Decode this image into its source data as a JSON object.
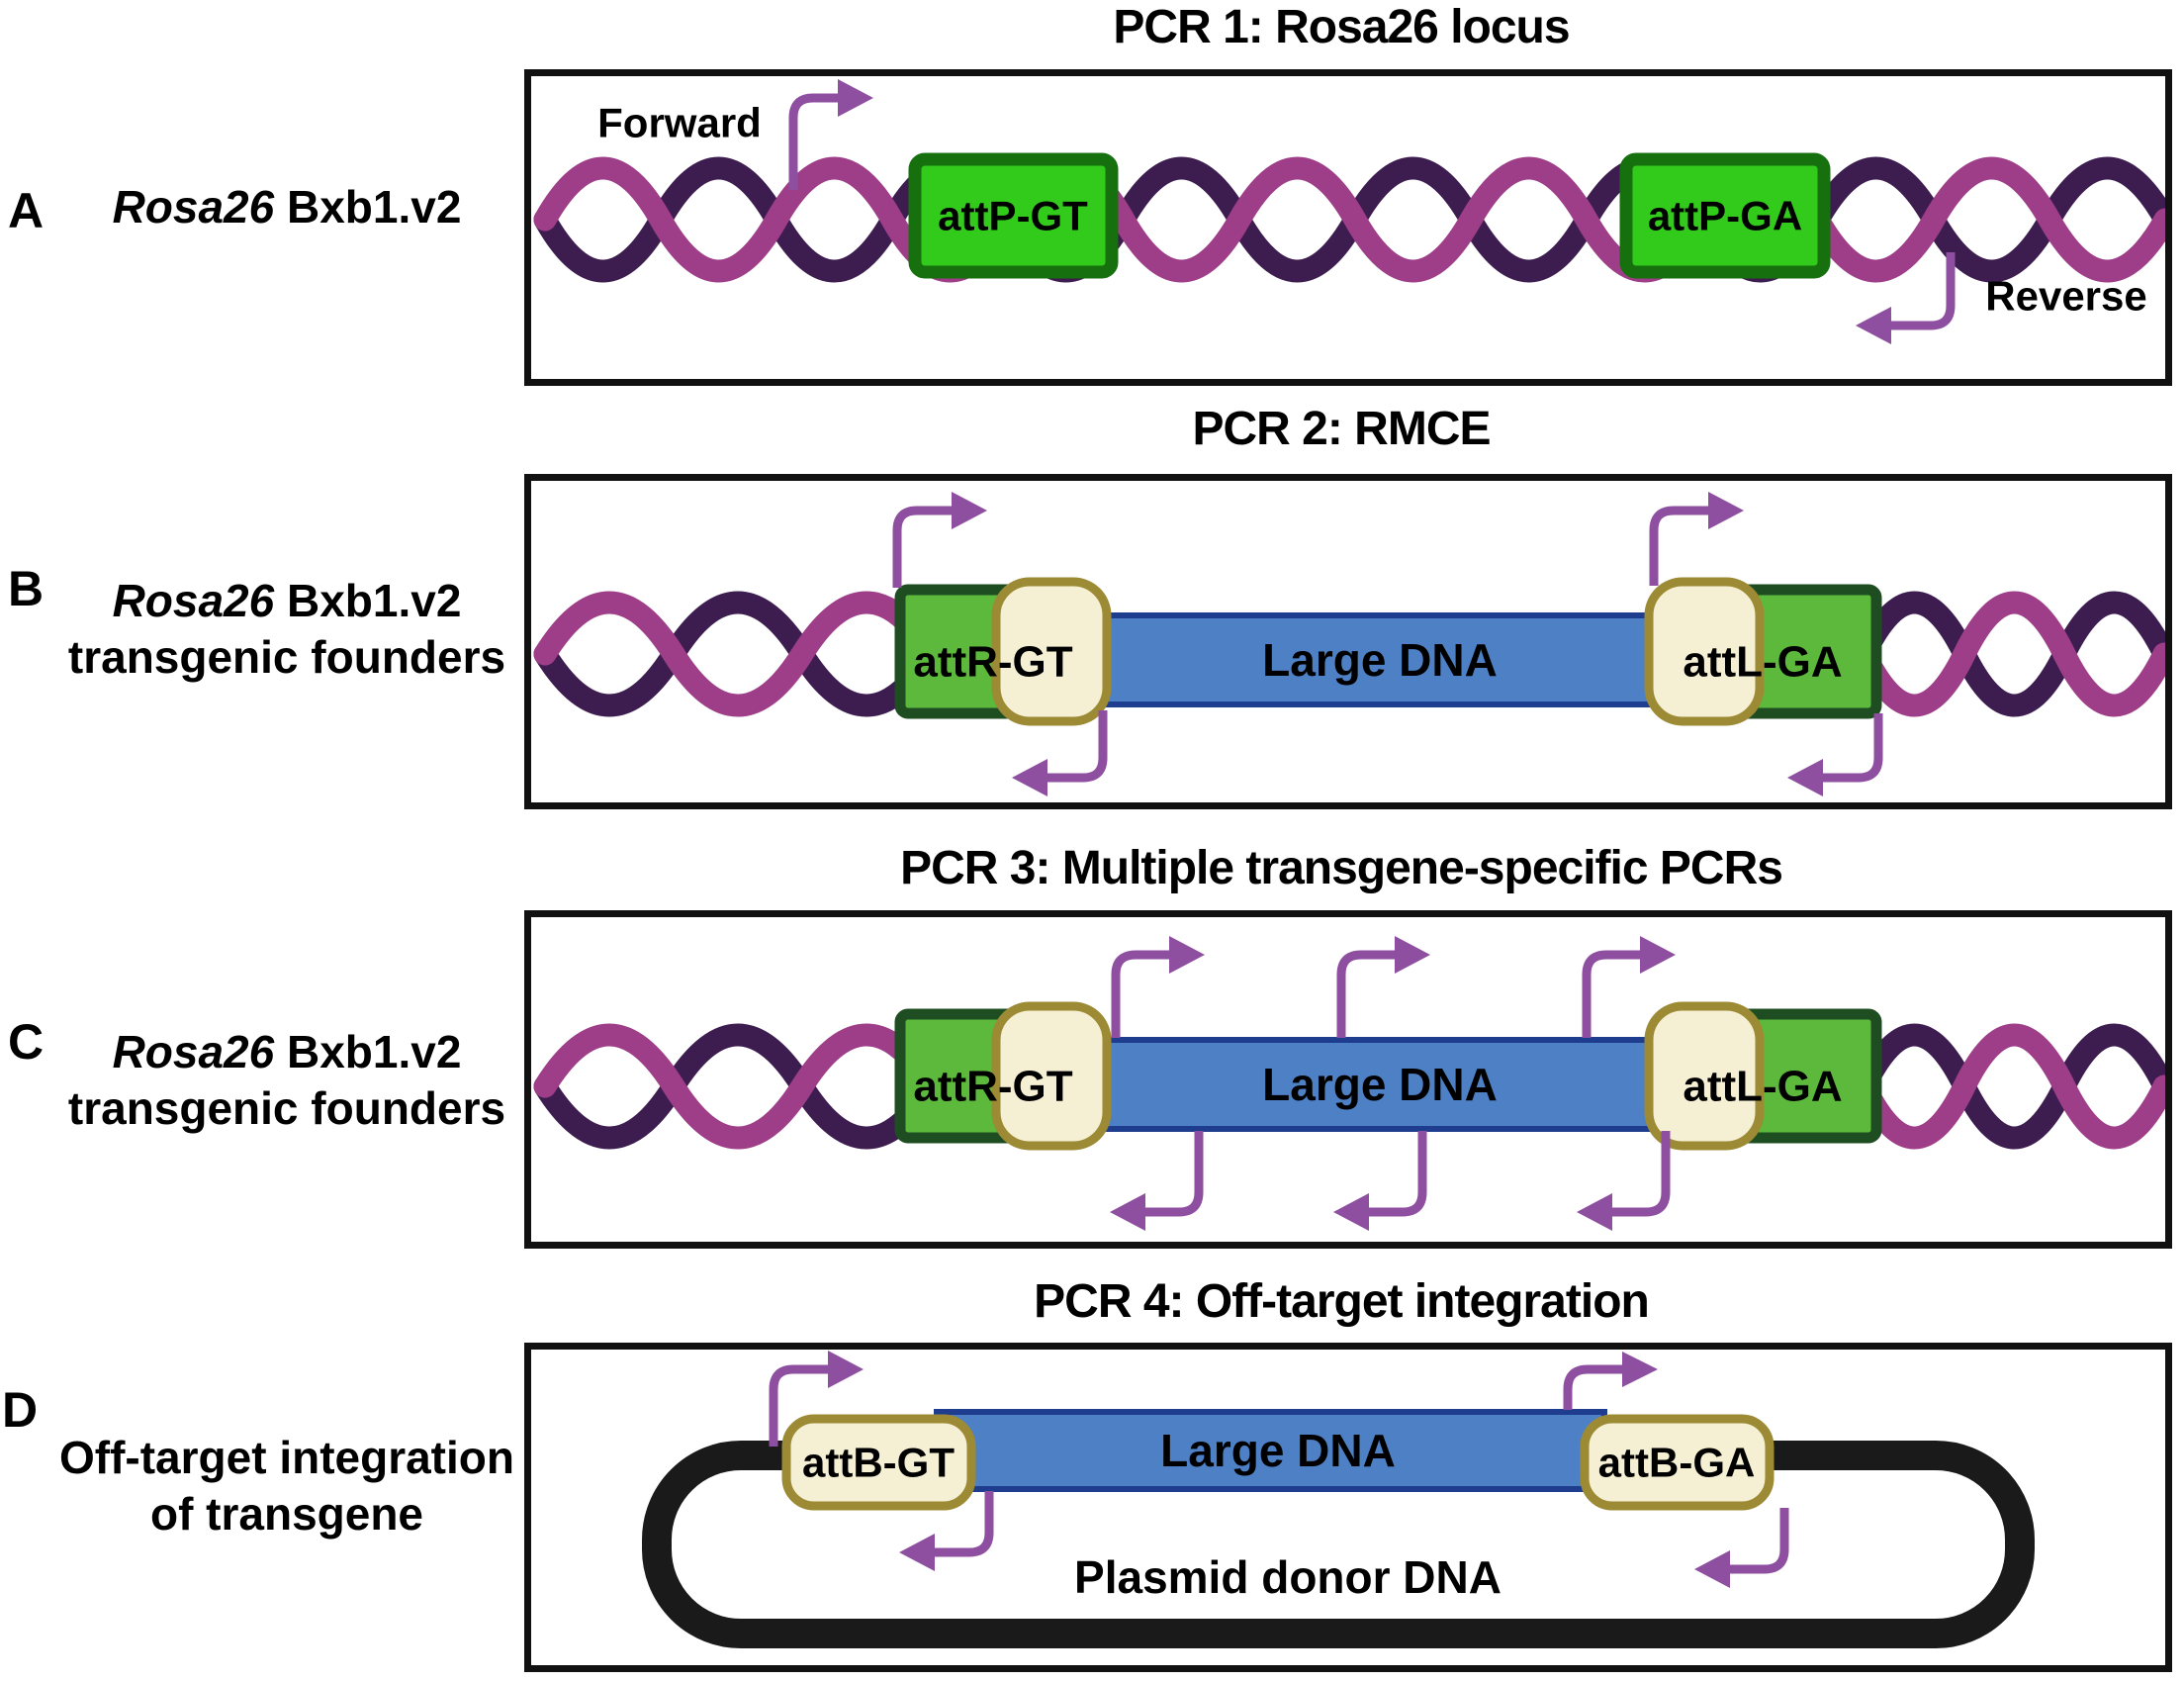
{
  "figure": {
    "type": "pcr-genotyping-strategy-diagram",
    "panels_count": 4
  },
  "colors": {
    "helix_dark": "#3D1D50",
    "helix_magenta": "#9E3E88",
    "attP_green": "#32CB1C",
    "attP_border": "#17700E",
    "att_green": "#5CB93C",
    "att_green_border": "#1F4D22",
    "cream": "#F5EFD4",
    "cream_border": "#9C8A34",
    "bar_blue": "#4D80C4",
    "bar_border": "#1E3D8F",
    "arrow_purple": "#8F4FA0",
    "plasmid_black": "#1A1A1A",
    "box_border": "#111111",
    "text": "#000000"
  },
  "panelA": {
    "letter": "A",
    "title": "PCR 1: Rosa26 locus",
    "label_gene": "Rosa26",
    "label_rest": " Bxb1.v2",
    "forward_label": "Forward",
    "reverse_label": "Reverse",
    "site_left": "attP-GT",
    "site_right": "attP-GA"
  },
  "panelB": {
    "letter": "B",
    "title": "PCR 2: RMCE",
    "label_gene": "Rosa26",
    "label_rest": " Bxb1.v2",
    "label_line2": "transgenic founders",
    "site_left": "attR-GT",
    "site_right": "attL-GA",
    "bar_label": "Large DNA"
  },
  "panelC": {
    "letter": "C",
    "title": "PCR 3: Multiple transgene-specific PCRs",
    "label_gene": "Rosa26",
    "label_rest": " Bxb1.v2",
    "label_line2": "transgenic founders",
    "site_left": "attR-GT",
    "site_right": "attL-GA",
    "bar_label": "Large DNA"
  },
  "panelD": {
    "letter": "D",
    "title": "PCR 4: Off-target integration",
    "label_line1": "Off-target integration",
    "label_line2": "of transgene",
    "site_left": "attB-GT",
    "site_right": "attB-GA",
    "bar_label": "Large DNA",
    "plasmid_label": "Plasmid donor DNA"
  }
}
